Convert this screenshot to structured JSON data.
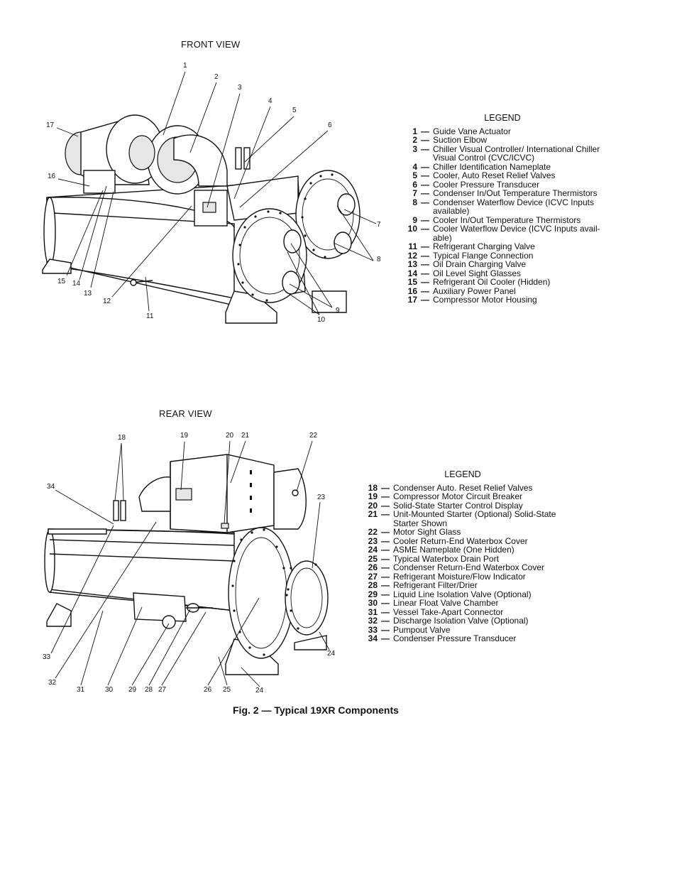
{
  "front": {
    "title": "FRONT VIEW",
    "legend_title": "LEGEND",
    "legend": [
      {
        "num": "1",
        "text": "Guide Vane Actuator"
      },
      {
        "num": "2",
        "text": "Suction Elbow"
      },
      {
        "num": "3",
        "text": "Chiller Visual Controller/ International Chiller Visual Control (CVC/ICVC)"
      },
      {
        "num": "4",
        "text": "Chiller Identification Nameplate"
      },
      {
        "num": "5",
        "text": "Cooler, Auto Reset Relief Valves"
      },
      {
        "num": "6",
        "text": "Cooler Pressure Transducer"
      },
      {
        "num": "7",
        "text": "Condenser In/Out Temperature Thermistors"
      },
      {
        "num": "8",
        "text": "Condenser Waterflow Device (ICVC Inputs available)"
      },
      {
        "num": "9",
        "text": "Cooler In/Out Temperature Thermistors"
      },
      {
        "num": "10",
        "text": "Cooler Waterflow Device (ICVC Inputs avail-able)"
      },
      {
        "num": "11",
        "text": "Refrigerant Charging Valve"
      },
      {
        "num": "12",
        "text": "Typical Flange Connection"
      },
      {
        "num": "13",
        "text": "Oil Drain Charging Valve"
      },
      {
        "num": "14",
        "text": "Oil Level Sight Glasses"
      },
      {
        "num": "15",
        "text": "Refrigerant Oil Cooler (Hidden)"
      },
      {
        "num": "16",
        "text": "Auxiliary Power Panel"
      },
      {
        "num": "17",
        "text": "Compressor Motor Housing"
      }
    ],
    "callouts": [
      "1",
      "2",
      "3",
      "4",
      "5",
      "6",
      "7",
      "8",
      "9",
      "10",
      "11",
      "12",
      "13",
      "14",
      "15",
      "16",
      "17"
    ]
  },
  "rear": {
    "title": "REAR VIEW",
    "legend_title": "LEGEND",
    "legend": [
      {
        "num": "18",
        "text": "Condenser Auto. Reset Relief Valves"
      },
      {
        "num": "19",
        "text": "Compressor Motor Circuit Breaker"
      },
      {
        "num": "20",
        "text": "Solid-State Starter Control Display"
      },
      {
        "num": "21",
        "text": "Unit-Mounted Starter (Optional) Solid-State Starter Shown"
      },
      {
        "num": "22",
        "text": "Motor Sight Glass"
      },
      {
        "num": "23",
        "text": "Cooler Return-End Waterbox Cover"
      },
      {
        "num": "24",
        "text": "ASME Nameplate (One Hidden)"
      },
      {
        "num": "25",
        "text": "Typical Waterbox Drain Port"
      },
      {
        "num": "26",
        "text": "Condenser Return-End Waterbox Cover"
      },
      {
        "num": "27",
        "text": "Refrigerant Moisture/Flow Indicator"
      },
      {
        "num": "28",
        "text": "Refrigerant Filter/Drier"
      },
      {
        "num": "29",
        "text": "Liquid Line Isolation Valve (Optional)"
      },
      {
        "num": "30",
        "text": "Linear Float Valve Chamber"
      },
      {
        "num": "31",
        "text": "Vessel Take-Apart Connector"
      },
      {
        "num": "32",
        "text": "Discharge Isolation Valve (Optional)"
      },
      {
        "num": "33",
        "text": "Pumpout Valve"
      },
      {
        "num": "34",
        "text": "Condenser Pressure Transducer"
      }
    ],
    "callouts": [
      "18",
      "19",
      "20",
      "21",
      "22",
      "23",
      "24",
      "24",
      "25",
      "26",
      "27",
      "28",
      "29",
      "30",
      "31",
      "32",
      "33",
      "34"
    ]
  },
  "caption": "Fig. 2 — Typical 19XR Components"
}
